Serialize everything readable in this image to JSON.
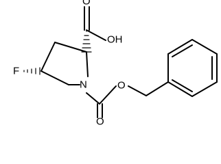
{
  "molecule": {
    "labels": {
      "hydroxyl": "OH",
      "carbonyl_oxygen_acid": "O",
      "fluorine": "F",
      "nitrogen": "N",
      "ester_oxygen": "O",
      "carbonyl_oxygen_carbamate": "O"
    }
  }
}
